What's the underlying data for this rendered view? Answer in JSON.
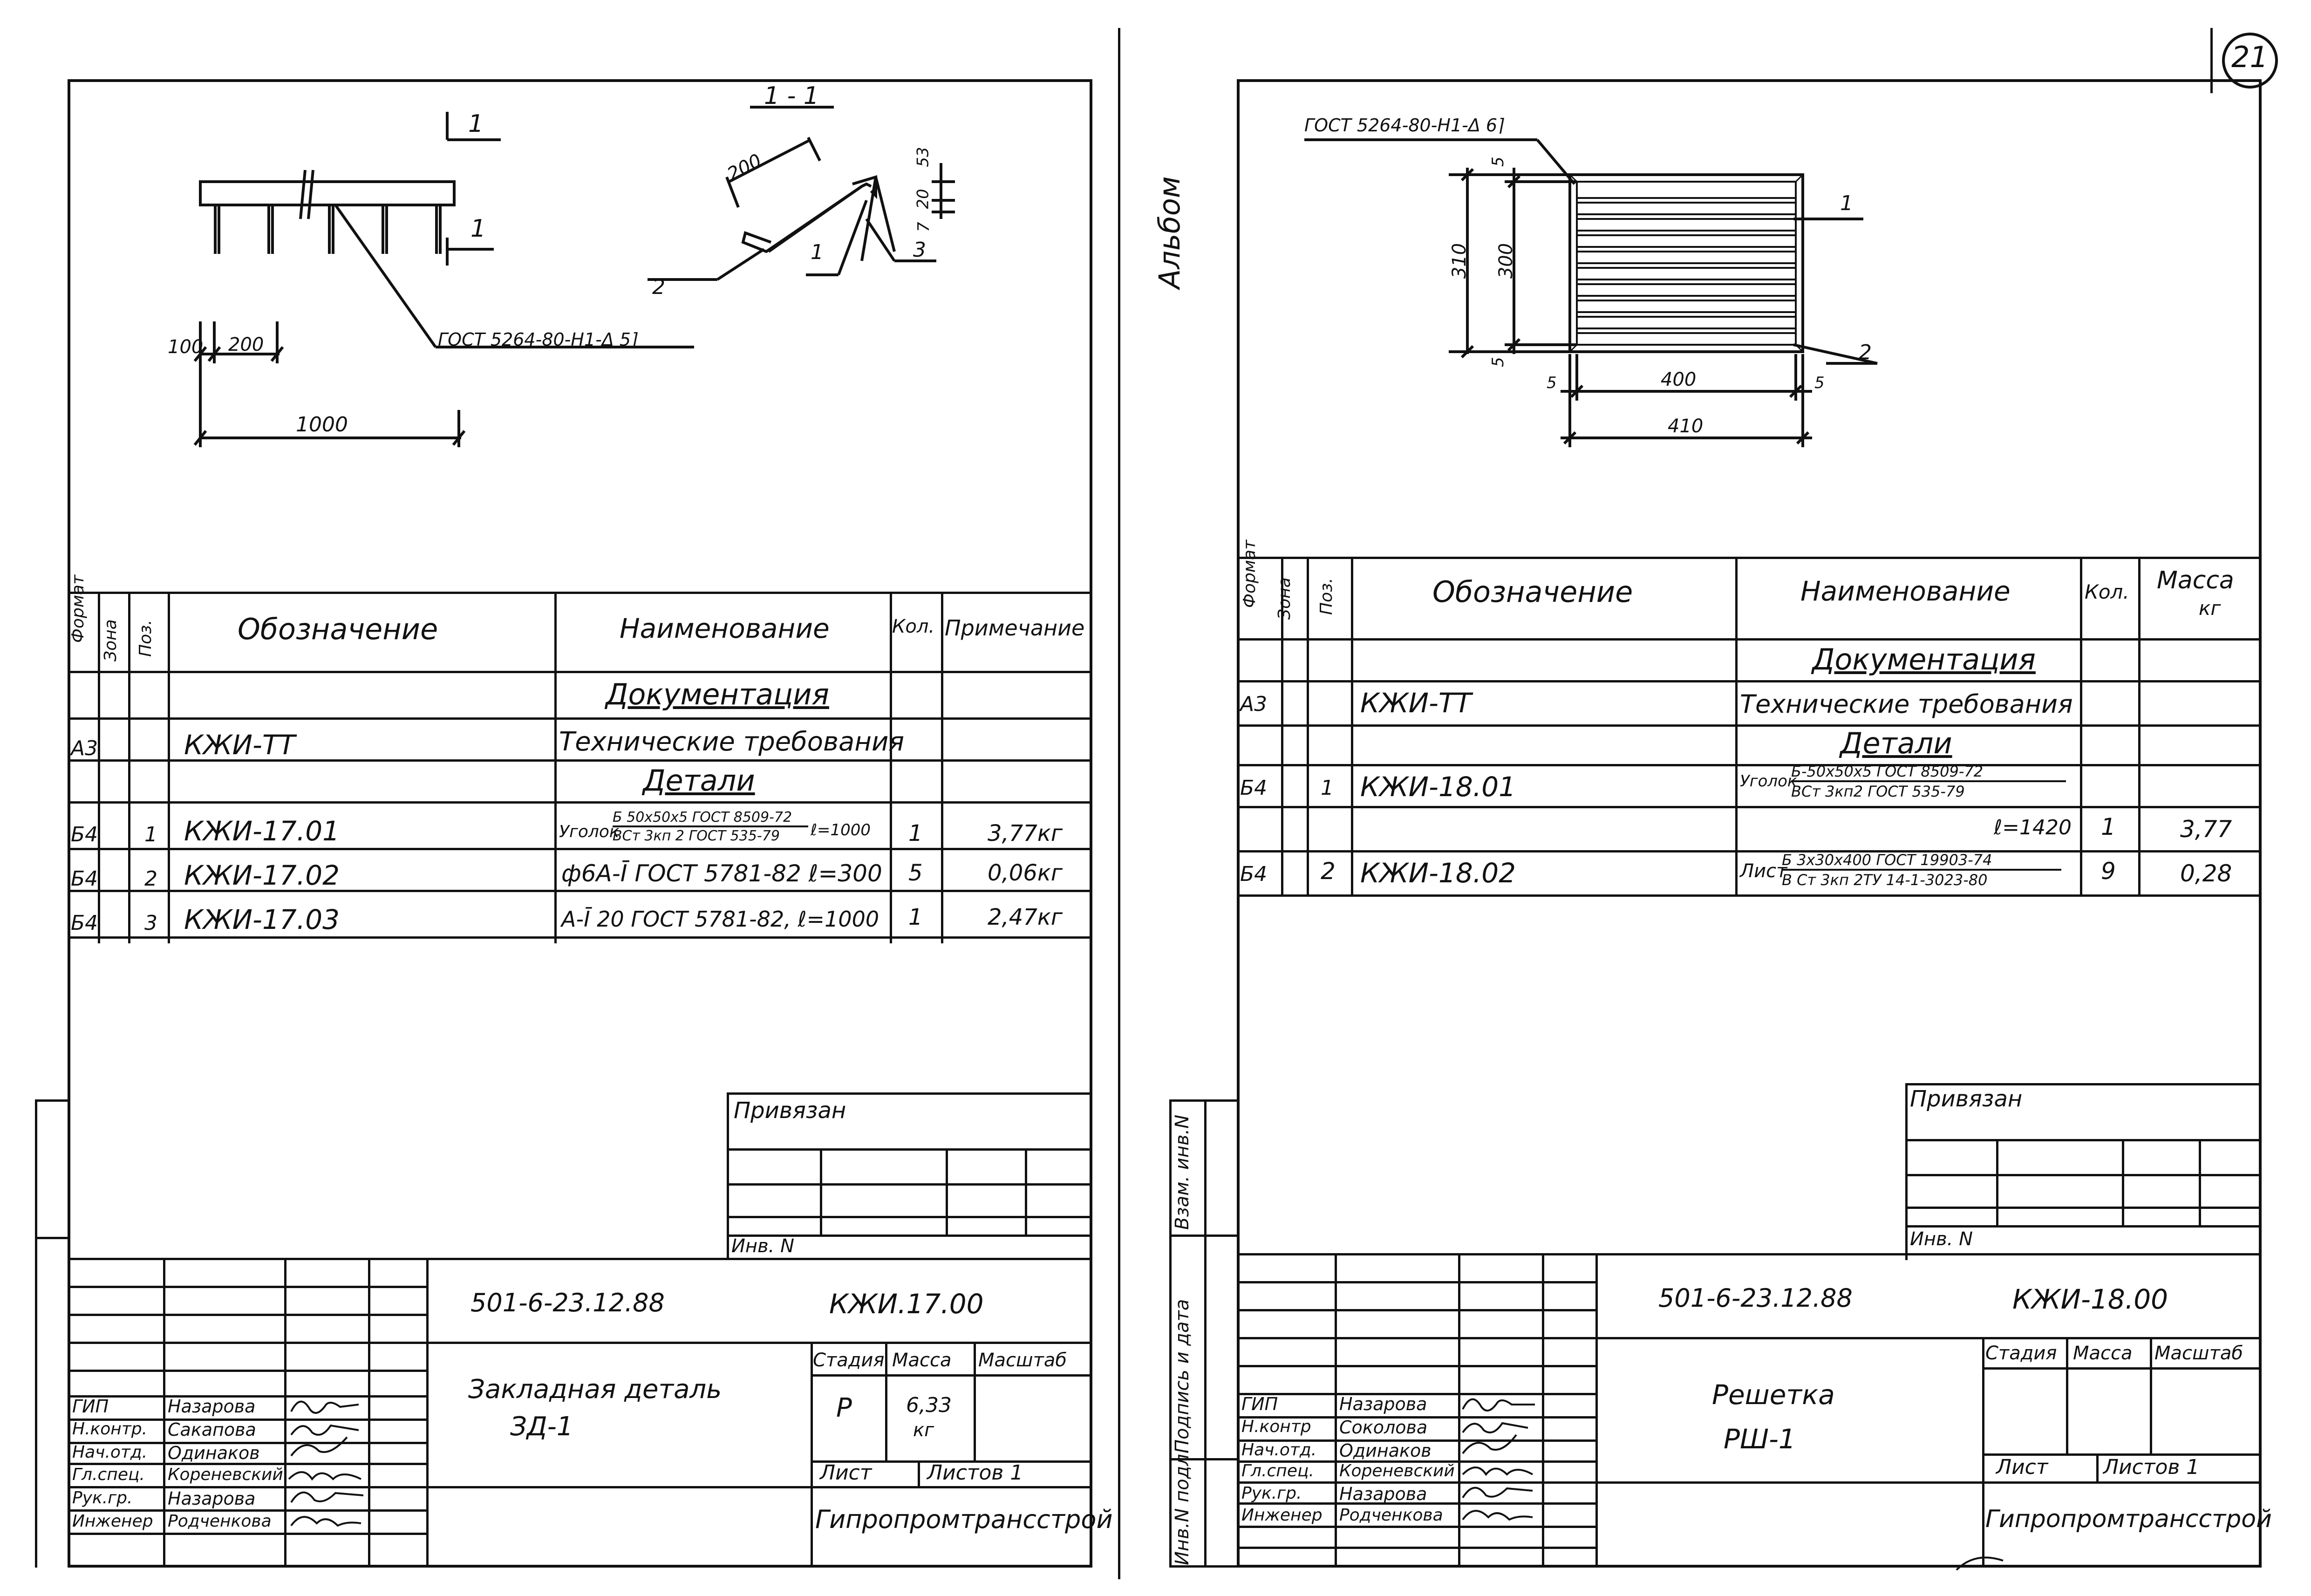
{
  "page_number": "21",
  "left": {
    "drawing": {
      "section_label": "1 - 1",
      "cut_mark": "1",
      "dim_100": "100",
      "dim_200a": "200",
      "dim_1000": "1000",
      "dim_200b": "200",
      "dim_53": "53",
      "dim_20": "20",
      "dim_7": "7",
      "callout_1": "1",
      "callout_2": "2",
      "callout_3": "3",
      "weld_note": "ГОСТ 5264-80-Н1-Δ 5⌉"
    },
    "headers": {
      "format": "Формат",
      "zone": "Зона",
      "pos": "Поз.",
      "designation": "Обозначение",
      "name": "Наименование",
      "qty": "Кол.",
      "note": "Примечание"
    },
    "section_docs": "Документация",
    "section_parts": "Детали",
    "rows": [
      {
        "format": "А3",
        "pos": "",
        "designation": "КЖИ-ТТ",
        "name": "Технические требования",
        "qty": "",
        "note": ""
      },
      {
        "format": "Б4",
        "pos": "1",
        "designation": "КЖИ-17.01",
        "name_prefix": "Уголок",
        "name_num": "Б 50х50х5 ГОСТ 8509-72",
        "name_den": "ВСт 3кп 2 ГОСТ 535-79",
        "name_suffix": "ℓ=1000",
        "qty": "1",
        "note": "3,77кг"
      },
      {
        "format": "Б4",
        "pos": "2",
        "designation": "КЖИ-17.02",
        "name": "ф6А-Ī ГОСТ 5781-82 ℓ=300",
        "qty": "5",
        "note": "0,06кг"
      },
      {
        "format": "Б4",
        "pos": "3",
        "designation": "КЖИ-17.03",
        "name": "А-Ī 20 ГОСТ 5781-82, ℓ=1000",
        "qty": "1",
        "note": "2,47кг"
      }
    ],
    "stamp": {
      "tied": "Привязан",
      "inv": "Инв. N",
      "doc_code": "501-6-23.12.88",
      "doc_mark": "КЖИ.17.00",
      "title_line1": "Закладная деталь",
      "title_line2": "ЗД-1",
      "stage_h": "Стадия",
      "mass_h": "Масса",
      "scale_h": "Масштаб",
      "stage": "Р",
      "mass": "6,33",
      "mass_unit": "кг",
      "sheet_h": "Лист",
      "sheets_h": "Листов 1",
      "org": "Гипропромтрансстрой",
      "people": [
        {
          "role": "ГИП",
          "name": "Назарова"
        },
        {
          "role": "Н.контр.",
          "name": "Сакапова"
        },
        {
          "role": "Нач.отд.",
          "name": "Одинаков"
        },
        {
          "role": "Гл.спец.",
          "name": "Кореневский"
        },
        {
          "role": "Рук.гр.",
          "name": "Назарова"
        },
        {
          "role": "Инженер",
          "name": "Родченкова"
        }
      ]
    }
  },
  "right": {
    "album": "Альбом",
    "side_labels": {
      "vzam": "Взам. инв.N",
      "podpis": "Подпись и дата",
      "inv": "Инв.N подл."
    },
    "drawing": {
      "weld_note": "ГОСТ 5264-80-Н1-Δ 6⌉",
      "dim_5a": "5",
      "dim_310": "310",
      "dim_300": "300",
      "dim_5b": "5",
      "dim_5c": "5",
      "dim_400": "400",
      "dim_5d": "5",
      "dim_410": "410",
      "callout_1": "1",
      "callout_2": "2"
    },
    "headers": {
      "format": "Формат",
      "zone": "Зона",
      "pos": "Поз.",
      "designation": "Обозначение",
      "name": "Наименование",
      "qty": "Кол.",
      "mass": "Масса",
      "mass_unit": "кг"
    },
    "section_docs": "Документация",
    "section_parts": "Детали",
    "rows": [
      {
        "format": "А3",
        "pos": "",
        "designation": "КЖИ-ТТ",
        "name": "Технические требования"
      },
      {
        "format": "Б4",
        "pos": "1",
        "designation": "КЖИ-18.01",
        "name_prefix": "Уголок",
        "name_num": "Б-50х50х5 ГОСТ 8509-72",
        "name_den": "ВСт 3кп2 ГОСТ 535-79",
        "length": "ℓ=1420",
        "qty": "1",
        "mass": "3,77"
      },
      {
        "format": "Б4",
        "pos": "2",
        "designation": "КЖИ-18.02",
        "name_prefix": "Лист",
        "name_num": "Б 3х30х400 ГОСТ 19903-74",
        "name_den": "В Ст 3кп 2ТУ 14-1-3023-80",
        "qty": "9",
        "mass": "0,28"
      }
    ],
    "stamp": {
      "tied": "Привязан",
      "inv": "Инв. N",
      "doc_code": "501-6-23.12.88",
      "doc_mark": "КЖИ-18.00",
      "title_line1": "Решетка",
      "title_line2": "РШ-1",
      "stage_h": "Стадия",
      "mass_h": "Масса",
      "scale_h": "Масштаб",
      "sheet_h": "Лист",
      "sheets_h": "Листов 1",
      "org": "Гипропромтрансстрой",
      "people": [
        {
          "role": "ГИП",
          "name": "Назарова"
        },
        {
          "role": "Н.контр",
          "name": "Соколова"
        },
        {
          "role": "Нач.отд.",
          "name": "Одинаков"
        },
        {
          "role": "Гл.спец.",
          "name": "Кореневский"
        },
        {
          "role": "Рук.гр.",
          "name": "Назарова"
        },
        {
          "role": "Инженер",
          "name": "Родченкова"
        }
      ]
    }
  }
}
